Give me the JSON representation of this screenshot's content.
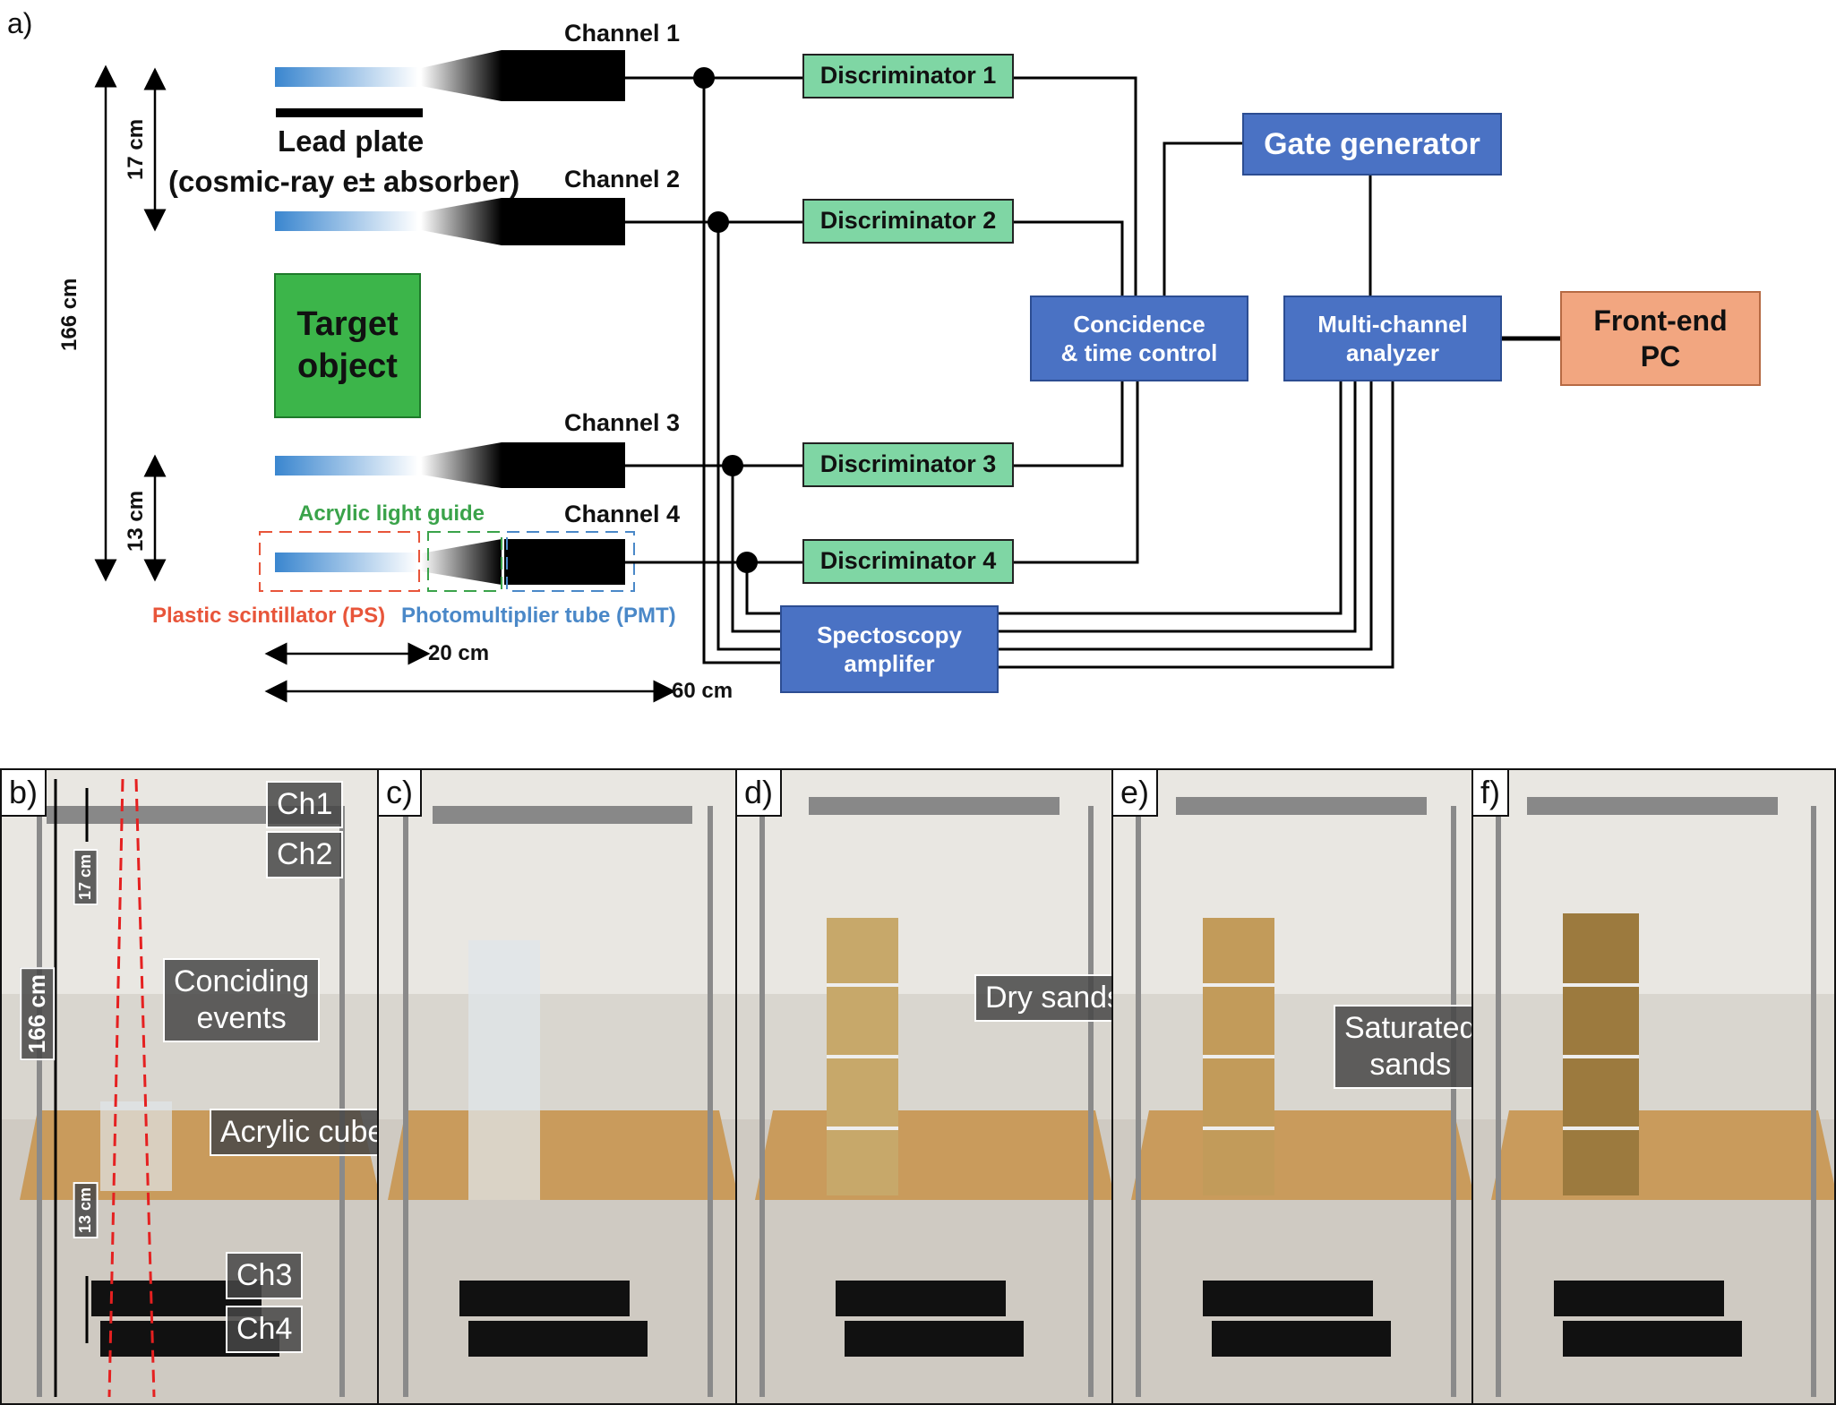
{
  "diagram": {
    "panel_letter": "a)",
    "channels": [
      "Channel 1",
      "Channel 2",
      "Channel 3",
      "Channel 4"
    ],
    "lead_plate": [
      "Lead plate",
      "(cosmic-ray e± absorber)"
    ],
    "target": [
      "Target",
      "object"
    ],
    "acrylic_guide": "Acrylic light guide",
    "plastic_scint": "Plastic scintillator (PS)",
    "pmt": "Photomultiplier tube (PMT)",
    "dims": {
      "d166": "166 cm",
      "d17": "17 cm",
      "d13": "13 cm",
      "d20": "20 cm",
      "d60": "60 cm"
    },
    "discriminators": [
      "Discriminator 1",
      "Discriminator 2",
      "Discriminator 3",
      "Discriminator 4"
    ],
    "gate": "Gate generator",
    "coincidence": [
      "Concidence",
      "& time control"
    ],
    "mca": [
      "Multi-channel",
      "analyzer"
    ],
    "pc": [
      "Front-end",
      "PC"
    ],
    "amp": [
      "Spectoscopy",
      "amplifer"
    ],
    "colors": {
      "green_box": "#7fd6a4",
      "blue_box": "#4a72c4",
      "pc_box": "#f2a680",
      "target": "#3cb54a",
      "ps_label": "#e8553a",
      "pmt_label": "#4a88c8",
      "guide_label": "#3aa34a"
    }
  },
  "photos": [
    {
      "letter": "b)",
      "callouts": [
        "Ch1",
        "Ch2",
        "Ch3",
        "Ch4",
        "Conciding\nevents",
        "Acrylic cubes"
      ],
      "dims": [
        "166 cm",
        "17 cm",
        "13 cm"
      ]
    },
    {
      "letter": "c)",
      "callouts": []
    },
    {
      "letter": "d)",
      "callouts": [
        "Dry sands"
      ]
    },
    {
      "letter": "e)",
      "callouts": [
        "Saturated\nsands"
      ]
    },
    {
      "letter": "f)",
      "callouts": []
    }
  ]
}
